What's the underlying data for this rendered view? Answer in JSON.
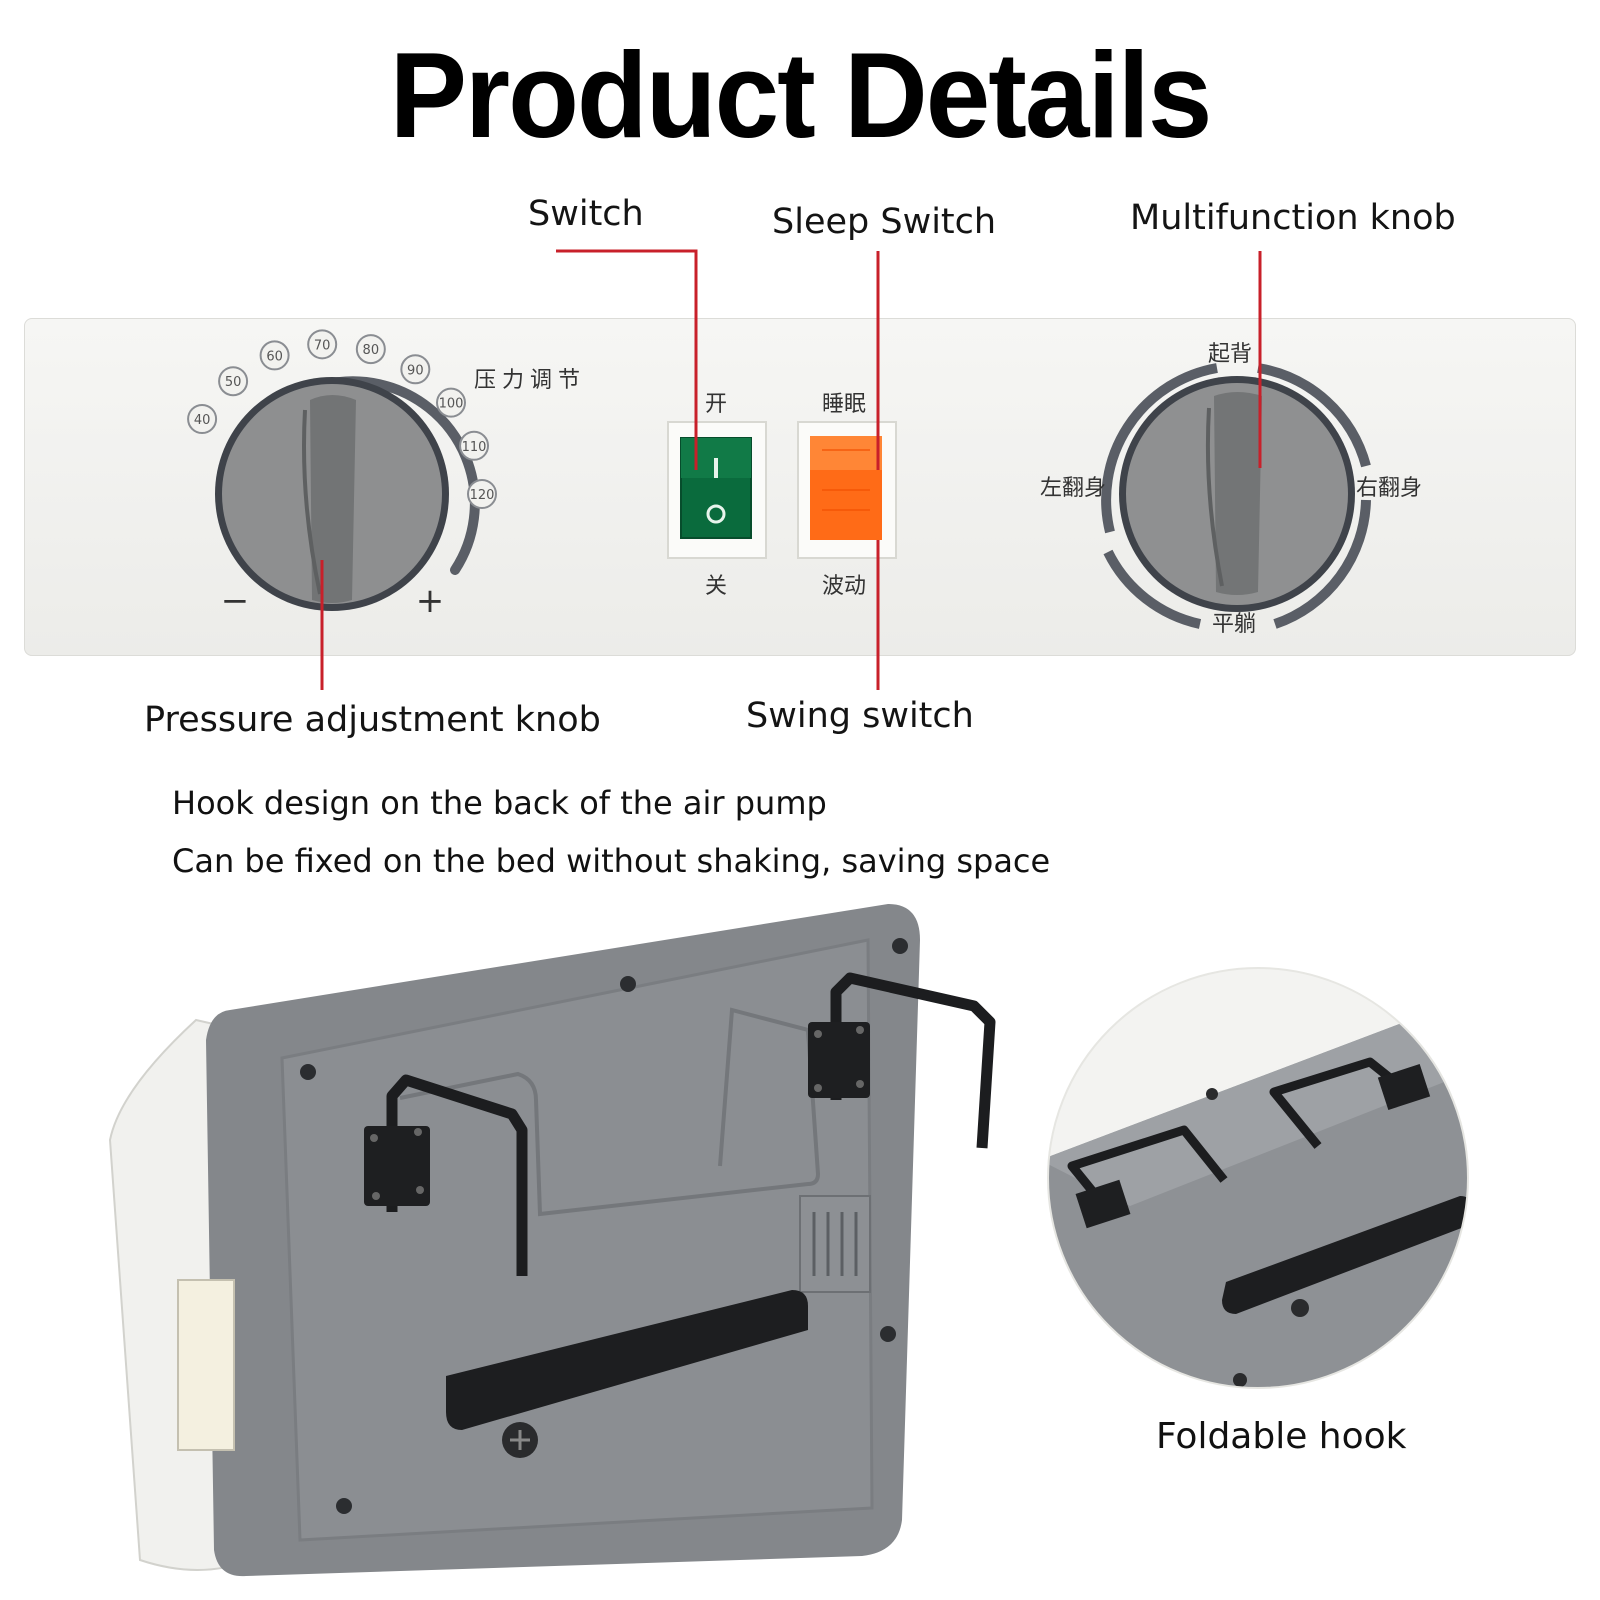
{
  "title": "Product Details",
  "callouts": {
    "switch": "Switch",
    "sleep_switch": "Sleep Switch",
    "multifunction_knob": "Multifunction knob",
    "pressure_knob": "Pressure adjustment knob",
    "swing_switch": "Swing switch"
  },
  "panel": {
    "pressure_label": "压力调节",
    "scale": [
      "40",
      "50",
      "60",
      "70",
      "80",
      "90",
      "100",
      "110",
      "120"
    ],
    "minus": "−",
    "plus": "+",
    "power_on": "开",
    "power_off": "关",
    "sleep_top": "睡眠",
    "sleep_bottom": "波动",
    "knob_top": "起背",
    "knob_left": "左翻身",
    "knob_right": "右翻身",
    "knob_bottom": "平躺",
    "rocker_on_symbol": "I",
    "rocker_off_symbol": "O"
  },
  "features": [
    "Hook design on the back of the air pump",
    "Can be fixed on the bed without shaking, saving space"
  ],
  "foldable_hook": "Foldable hook",
  "colors": {
    "callout_line": "#c8202a",
    "green_switch": "#0b6b3e",
    "orange_switch": "#ff6a14",
    "knob_gray": "#8f9091",
    "pump_gray": "#84878b"
  }
}
